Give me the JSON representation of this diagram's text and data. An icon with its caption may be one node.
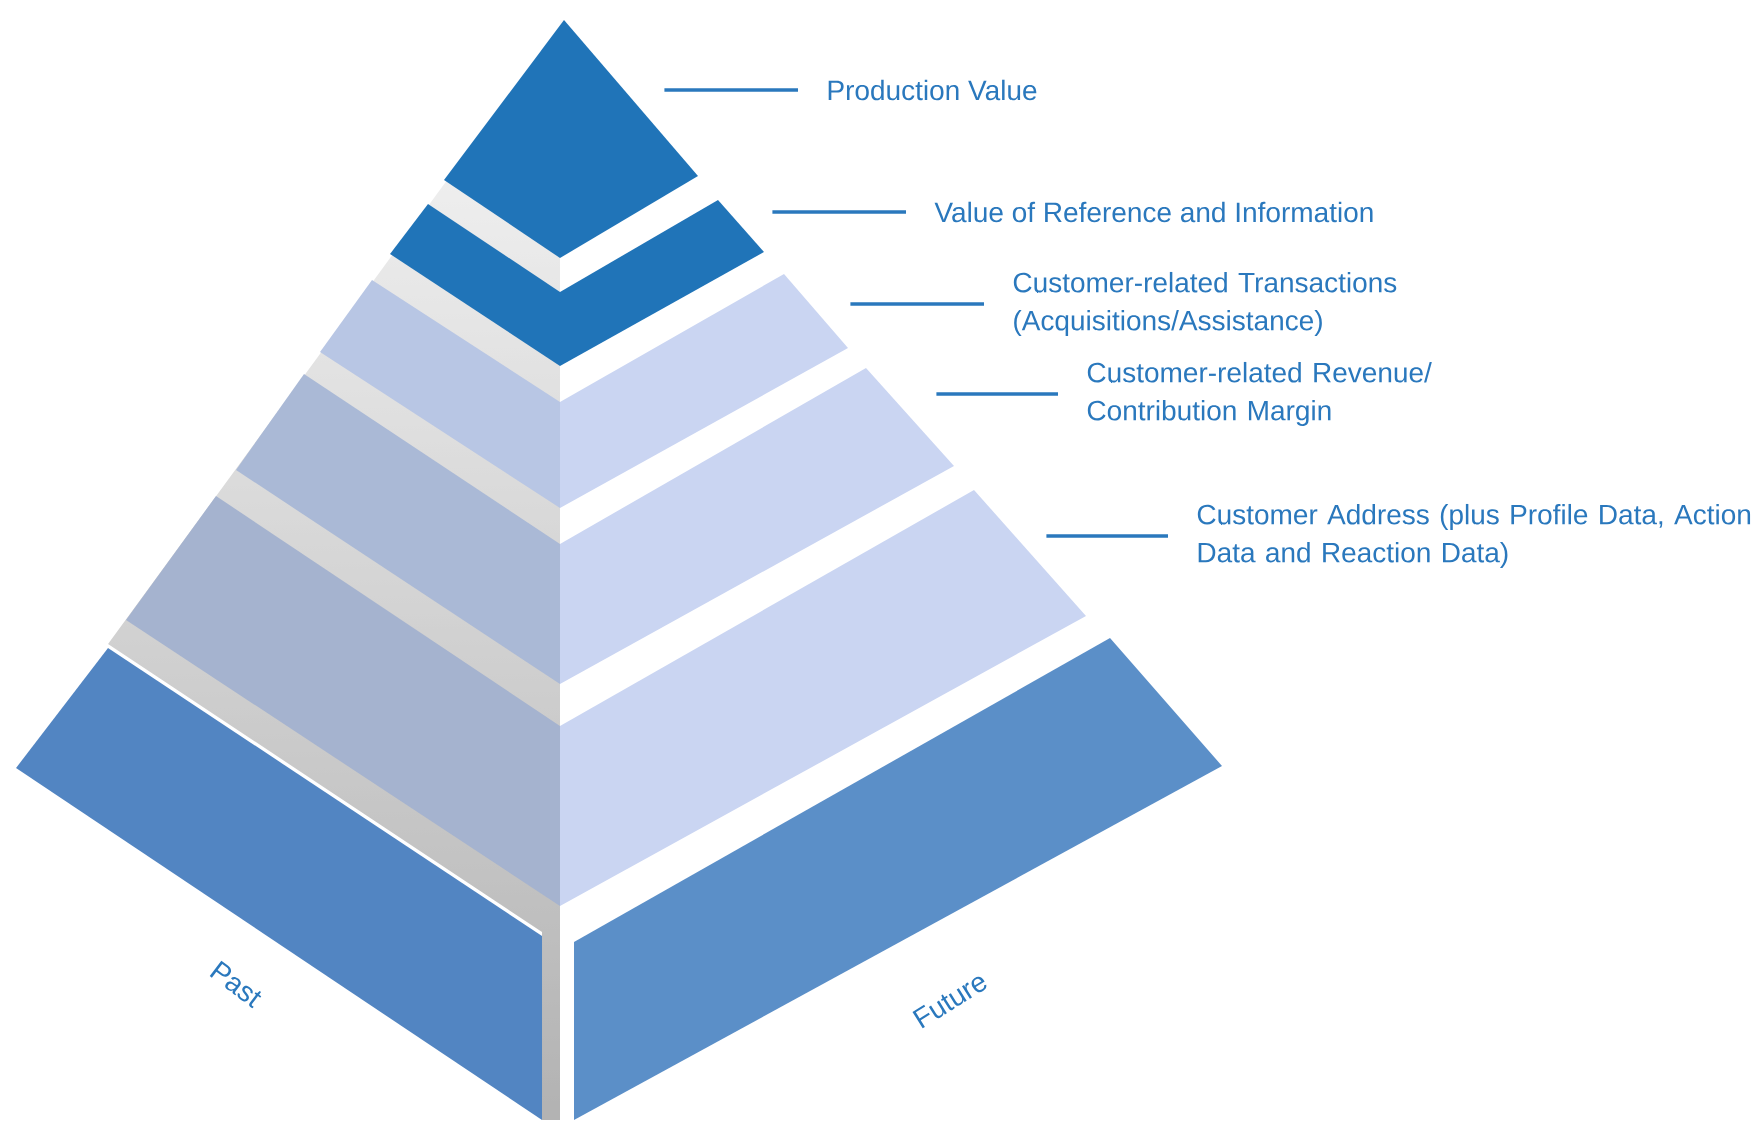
{
  "diagram": {
    "nodes": [
      {
        "text": [
          "Production Value"
        ]
      },
      {
        "text": [
          "Value of Reference and Information"
        ]
      },
      {
        "text": [
          "Customer-related Transactions (Acquisitions/Assistance)"
        ]
      },
      {
        "text": [
          "Customer-related Revenue/ Contribution Margin"
        ]
      },
      {
        "text": [
          "Customer Address (plus Profile Data, Action Data and Reaction Data)"
        ]
      },
      {
        "text": [],
        "shape": "triangle"
      },
      {
        "text": [],
        "shape": "band"
      },
      {
        "text": [],
        "shape": "band"
      },
      {
        "text": [],
        "shape": "band"
      },
      {
        "text": [],
        "shape": "band"
      },
      {
        "text": [],
        "shape": "band"
      }
    ],
    "edges": [
      {
        "from": 0,
        "to": 5,
        "arrow": "none"
      },
      {
        "from": 1,
        "to": 6,
        "arrow": "none"
      },
      {
        "from": 2,
        "to": 7,
        "arrow": "none"
      },
      {
        "from": 3,
        "to": 8,
        "arrow": "none"
      },
      {
        "from": 4,
        "to": 9,
        "arrow": "none"
      }
    ],
    "labels": [
      "Past",
      "Future"
    ]
  }
}
